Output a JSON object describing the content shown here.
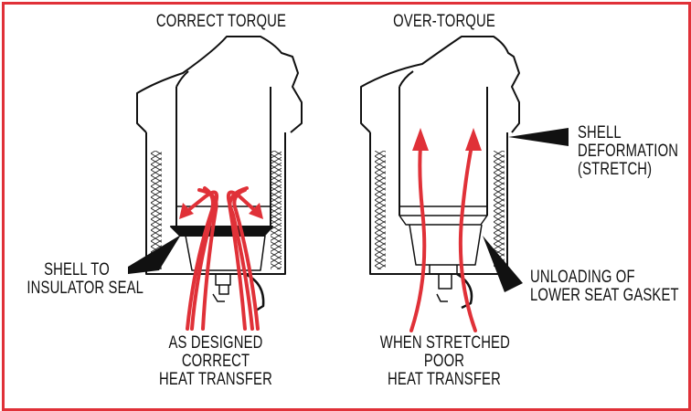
{
  "panels": [
    {
      "title": "CORRECT TORQUE",
      "caption": [
        "AS DESIGNED",
        "CORRECT",
        "HEAT TRANSFER"
      ],
      "pointer_label": [
        "SHELL TO",
        "INSULATOR SEAL"
      ]
    },
    {
      "title": "OVER-TORQUE",
      "caption": [
        "WHEN STRETCHED",
        "POOR",
        "HEAT TRANSFER"
      ],
      "pointer_label_top": [
        "SHELL",
        "DEFORMATION",
        "(STRETCH)"
      ],
      "pointer_label_bottom": [
        "UNLOADING OF",
        "LOWER SEAT GASKET"
      ]
    }
  ],
  "colors": {
    "frame": "#e03138",
    "arrows": "#e03138",
    "ink": "#111111"
  }
}
